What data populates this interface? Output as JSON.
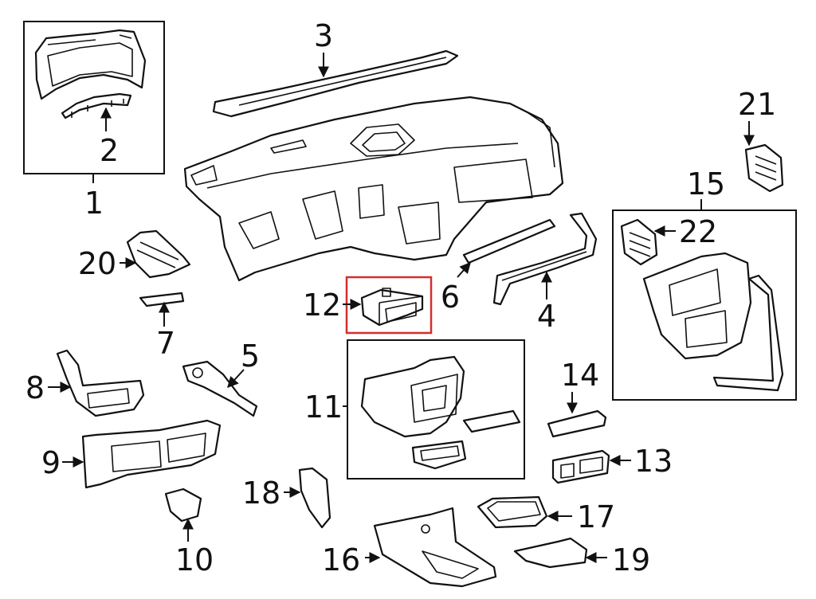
{
  "diagram": {
    "highlight_color": "#d32f2f",
    "highlighted_part": "12",
    "callouts": [
      "1",
      "2",
      "3",
      "4",
      "5",
      "6",
      "7",
      "8",
      "9",
      "10",
      "11",
      "12",
      "13",
      "14",
      "15",
      "16",
      "17",
      "18",
      "19",
      "20",
      "21",
      "22"
    ]
  }
}
